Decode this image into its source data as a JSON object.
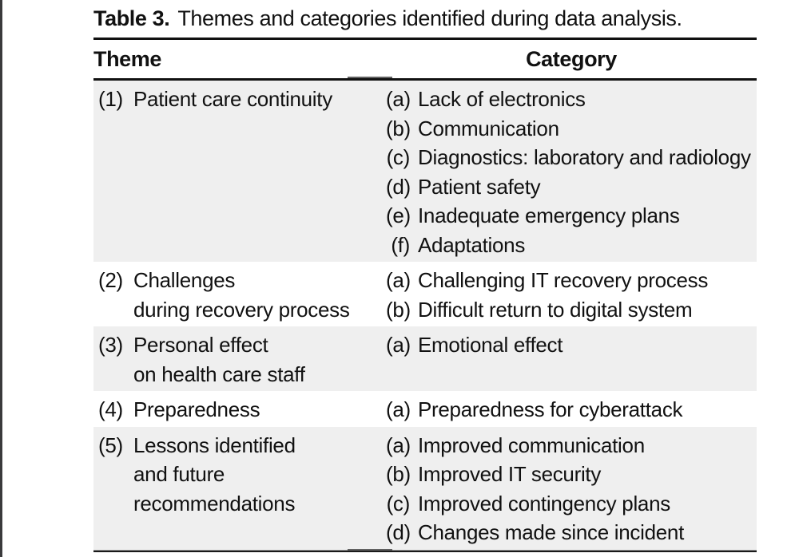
{
  "caption": {
    "label": "Table 3.",
    "text": "Themes and categories identified during data analysis."
  },
  "table": {
    "headers": {
      "theme": "Theme",
      "category": "Category"
    },
    "rows": [
      {
        "num": "(1)",
        "theme_lines": [
          "Patient care continuity"
        ],
        "shaded": true,
        "categories": [
          {
            "label": "(a)",
            "text": "Lack of electronics"
          },
          {
            "label": "(b)",
            "text": "Communication"
          },
          {
            "label": "(c)",
            "text": "Diagnostics: laboratory and radiology"
          },
          {
            "label": "(d)",
            "text": "Patient safety"
          },
          {
            "label": "(e)",
            "text": "Inadequate emergency plans"
          },
          {
            "label": "(f)",
            "text": "Adaptations"
          }
        ]
      },
      {
        "num": "(2)",
        "theme_lines": [
          "Challenges",
          "during recovery process"
        ],
        "shaded": false,
        "categories": [
          {
            "label": "(a)",
            "text": "Challenging IT recovery process"
          },
          {
            "label": "(b)",
            "text": "Difficult return to digital system"
          }
        ]
      },
      {
        "num": "(3)",
        "theme_lines": [
          "Personal effect",
          "on health care staff"
        ],
        "shaded": true,
        "categories": [
          {
            "label": "(a)",
            "text": "Emotional effect"
          }
        ]
      },
      {
        "num": "(4)",
        "theme_lines": [
          "Preparedness"
        ],
        "shaded": false,
        "categories": [
          {
            "label": "(a)",
            "text": "Preparedness for cyberattack"
          }
        ]
      },
      {
        "num": "(5)",
        "theme_lines": [
          "Lessons identified",
          "and future",
          "recommendations"
        ],
        "shaded": true,
        "categories": [
          {
            "label": "(a)",
            "text": "Improved communication"
          },
          {
            "label": "(b)",
            "text": "Improved IT security"
          },
          {
            "label": "(c)",
            "text": "Improved contingency plans"
          },
          {
            "label": "(d)",
            "text": "Changes made since incident"
          }
        ]
      }
    ]
  },
  "colors": {
    "background": "#ffffff",
    "text": "#111111",
    "rule": "#111111",
    "row_shade": "#efefef",
    "page_edge_bar": "#3a3a3c"
  }
}
